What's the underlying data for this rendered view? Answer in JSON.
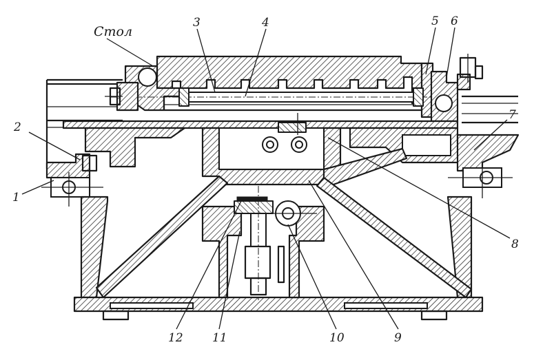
{
  "labels": {
    "table": "Стол",
    "n1": "1",
    "n2": "2",
    "n3": "3",
    "n4": "4",
    "n5": "5",
    "n6": "6",
    "n7": "7",
    "n8": "8",
    "n9": "9",
    "n10": "10",
    "n11": "11",
    "n12": "12"
  }
}
